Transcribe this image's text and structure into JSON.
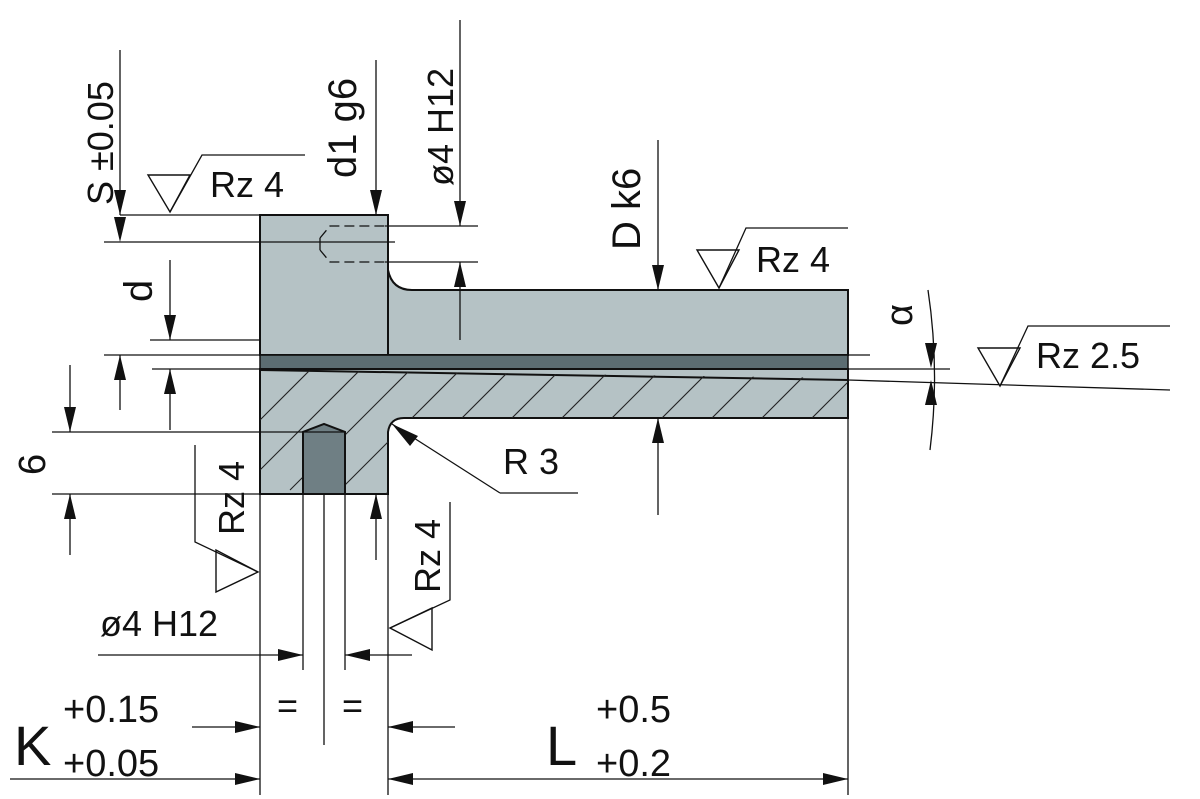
{
  "colors": {
    "part_fill": "#b5c2c5",
    "bore_fill": "#5c6d72",
    "pin_fill": "#6f7f84",
    "line": "#111111"
  },
  "dimensions": {
    "s_tolerance": "S ±0.05",
    "d1_fit": "d1 g6",
    "hole_top": "ø4 H12",
    "outer_diameter": "D k6",
    "small_d": "d",
    "angle": "α",
    "height_6": "6",
    "radius": "R 3",
    "hole_bottom": "ø4 H12",
    "equal_left": "=",
    "equal_right": "=",
    "k_letter": "K",
    "k_upper": "+0.15",
    "k_lower": "+0.05",
    "l_letter": "L",
    "l_upper": "+0.5",
    "l_lower": "+0.2"
  },
  "surface_finish": {
    "top_left": "Rz 4",
    "top_right": "Rz 4",
    "bore": "Rz 2.5",
    "face_left": "Rz 4",
    "face_right": "Rz 4"
  }
}
